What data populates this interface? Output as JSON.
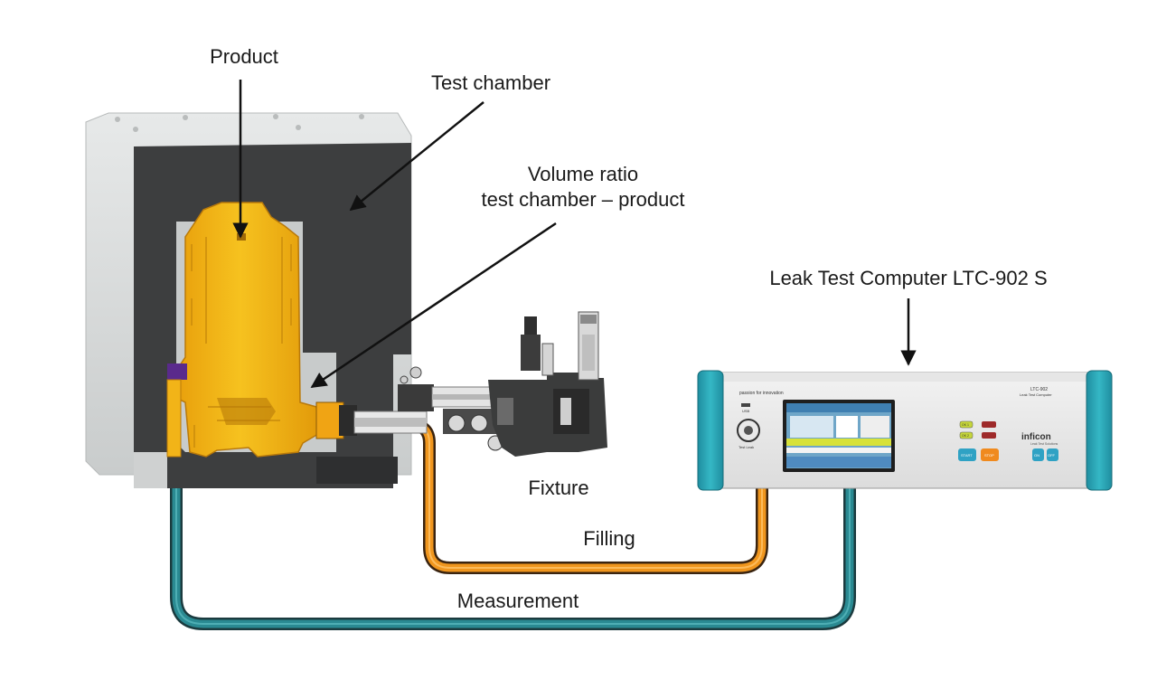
{
  "labels": {
    "product": "Product",
    "test_chamber": "Test chamber",
    "volume_ratio_line1": "Volume ratio",
    "volume_ratio_line2": "test chamber – product",
    "leak_test_computer": "Leak Test Computer LTC-902 S",
    "fixture": "Fixture",
    "filling": "Filling",
    "measurement": "Measurement"
  },
  "device": {
    "tagline": "passion for innovation",
    "usb_label": "USB",
    "port_label": "Test Leak",
    "model": "LTC-902",
    "subtitle": "Leak Test Computer",
    "brand": "inficon",
    "brand_subtitle": "Leak Test Solutions",
    "start_button": "START",
    "stop_button": "STOP",
    "on_button": "ON",
    "off_button": "OFF",
    "ok_indicator_1": "OK 1",
    "ok_indicator_2": "OK 2"
  },
  "colors": {
    "filling_line": "#f0961e",
    "measurement_line": "#2a8a92",
    "product": "#f2b418",
    "chamber_outer": "#d4d6d6",
    "chamber_inner": "#3d3e3f",
    "device_accent": "#26a2b2"
  }
}
